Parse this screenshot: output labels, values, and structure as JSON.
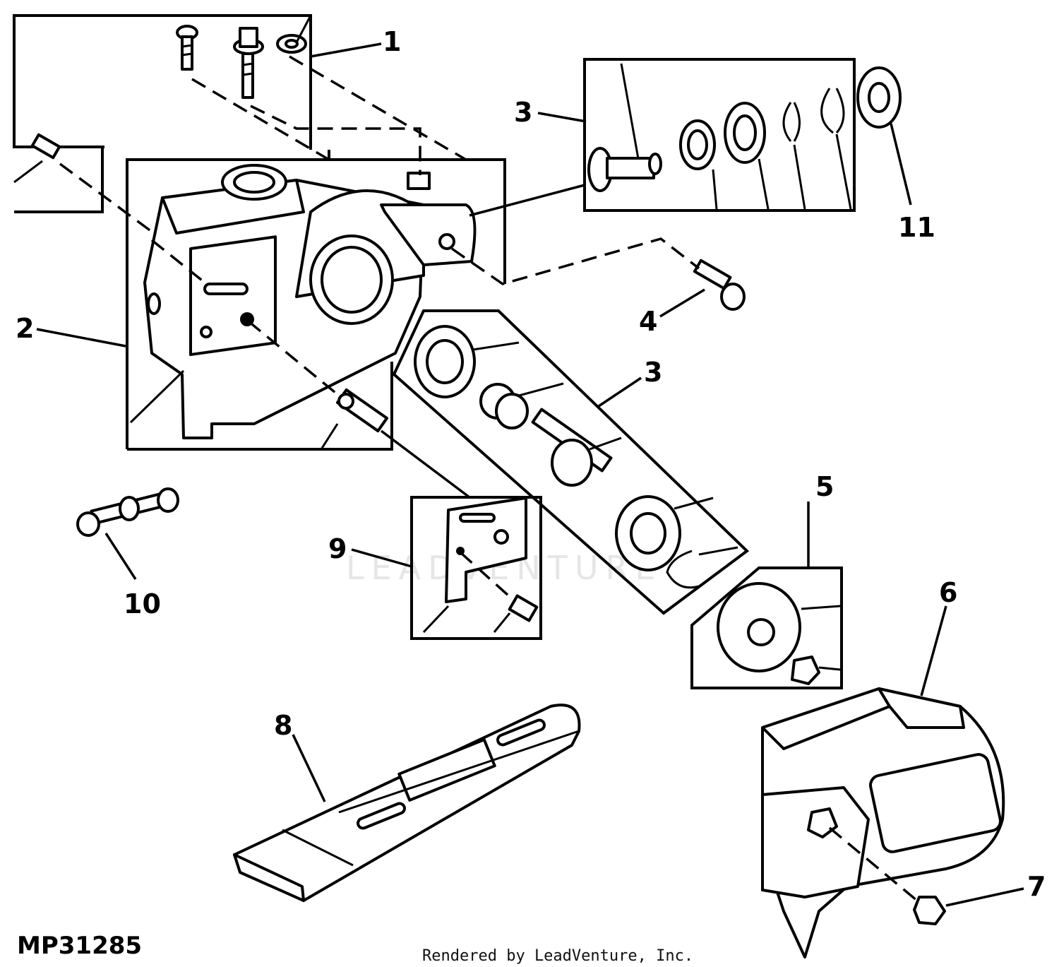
{
  "figure_id": "MP31285",
  "credit": "Rendered by LeadVenture, Inc.",
  "watermark": "LEADVENTURE",
  "callouts": [
    "1",
    "2",
    "3",
    "3",
    "4",
    "5",
    "6",
    "7",
    "8",
    "9",
    "10",
    "11"
  ]
}
